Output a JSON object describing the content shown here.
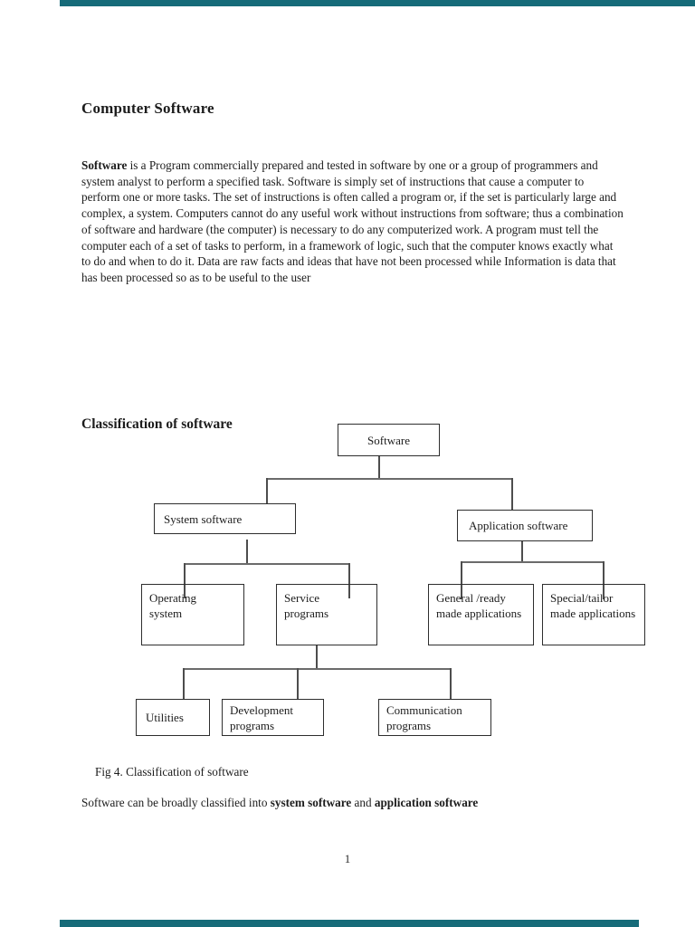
{
  "page": {
    "title": "Computer Software",
    "page_number": "1",
    "accent_bar_color": "#166b79",
    "background_color": "#ffffff"
  },
  "intro": {
    "lead_bold": "Software",
    "body": " is a Program commercially prepared and tested in software by one or a group of programmers and system analyst to perform a specified task. Software is simply set of instructions that cause a computer to perform one or more tasks. The set of instructions is often called a program or, if the set is particularly large and complex, a system. Computers cannot do any useful work without instructions from software; thus a combination of software and hardware (the computer) is necessary to do any computerized work. A program must tell the computer each of a set of tasks to perform, in a framework of logic, such that the computer knows exactly what to do and when to do it. Data are raw facts and ideas that have not been processed while Information is data that has been processed so as to be useful to the user"
  },
  "classification": {
    "heading": "Classification of software",
    "caption": "Fig 4. Classification of software",
    "summary": {
      "prefix": "Software can be broadly classified into ",
      "bold_1": "system software",
      "middle": " and ",
      "bold_2": "application software"
    }
  },
  "diagram": {
    "line_color": "#4d4d4d",
    "box_border_color": "#2e2e2e",
    "nodes": {
      "software": "Software",
      "system_software": "System software",
      "application_software": "Application software",
      "operating_system": "Operating system",
      "service_programs": "Service programs",
      "general_ready": "General /ready made applications",
      "special_tailor": "Special/tailor made applications",
      "utilities": "Utilities",
      "development_programs": "Development programs",
      "communication_programs": "Communication programs"
    }
  }
}
